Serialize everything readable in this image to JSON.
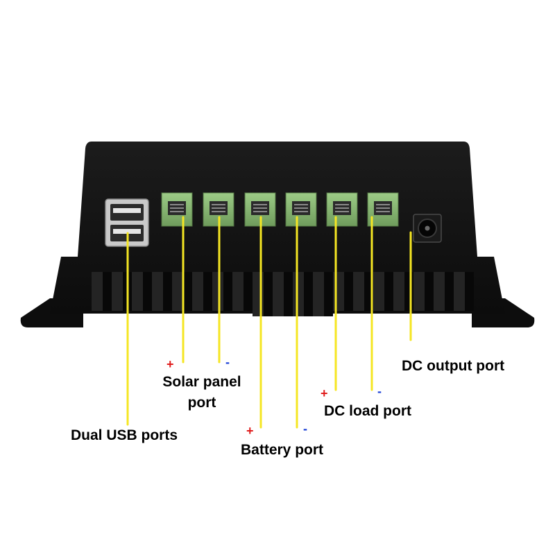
{
  "labels": {
    "usb": "Dual USB ports",
    "solar_line1": "Solar panel",
    "solar_line2": "port",
    "battery": "Battery port",
    "dc_load": "DC load port",
    "dc_output": "DC output port",
    "plus": "+",
    "minus": "-"
  },
  "colors": {
    "housing": "#111111",
    "terminal_green": "#8fbf7a",
    "leader_line": "#f5e623",
    "plus_sign": "#e01b1b",
    "minus_sign": "#1a3fd6"
  }
}
